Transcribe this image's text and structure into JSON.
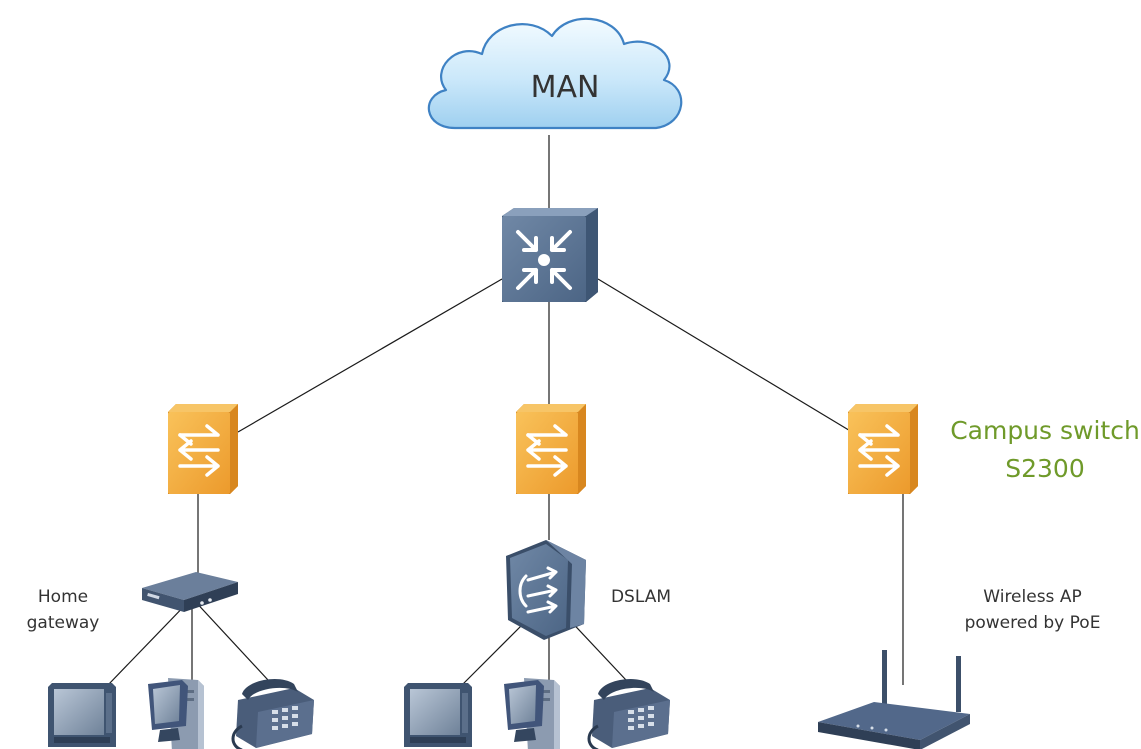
{
  "labels": {
    "cloud": "MAN",
    "home_gateway": [
      "Home",
      "gateway"
    ],
    "dslam": "DSLAM",
    "wireless_ap": [
      "Wireless AP",
      "powered by PoE"
    ],
    "campus_switch": [
      "Campus switch",
      "S2300"
    ]
  },
  "colors": {
    "cloud_fill_top": "#eaf6ff",
    "cloud_fill_bottom": "#a9d6f3",
    "cloud_stroke": "#3f82c4",
    "core_switch_face": "#5d7796",
    "access_switch_face": "#f2a93b",
    "device_dark": "#3c4f69",
    "campus_label": "#6f9a2a",
    "link": "#1a1a1a"
  },
  "icons": {
    "cloud": "cloud-icon",
    "core_switch": "core-switch-icon",
    "access_switch": "access-switch-icon",
    "home_gateway": "home-gateway-icon",
    "dslam": "dslam-icon",
    "tv": "tv-icon",
    "pc": "pc-icon",
    "phone": "phone-icon",
    "wireless_ap": "wireless-ap-icon"
  }
}
